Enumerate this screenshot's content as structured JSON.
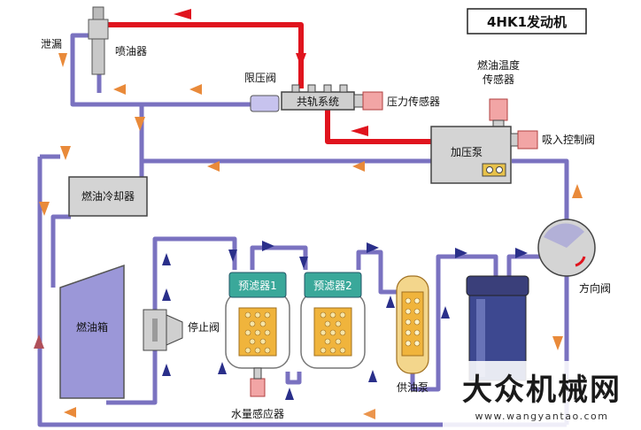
{
  "title": "4HK1发动机",
  "labels": {
    "leak": "泄漏",
    "injector": "喷油器",
    "pressure_limiter": "限压阀",
    "common_rail": "共轨系统",
    "pressure_sensor": "压力传感器",
    "fuel_temp_sensor": "燃油温度\n传感器",
    "fuel_temp_sensor_line1": "燃油温度",
    "fuel_temp_sensor_line2": "传感器",
    "supply_pump": "加压泵",
    "suction_control_valve": "吸入控制阀",
    "fuel_cooler": "燃油冷却器",
    "fuel_tank": "燃油箱",
    "stop_valve": "停止阀",
    "prefilter1": "预滤器1",
    "prefilter2": "预滤器2",
    "feed_pump": "供油泵",
    "water_sensor": "水量感应器",
    "direction_valve": "方向阀"
  },
  "watermark": {
    "cn": "大众机械网",
    "url": "www.wangyantao.com"
  },
  "colors": {
    "high_pressure": "#e0141e",
    "low_pressure": "#7a72c0",
    "return_arrow": "#e98a3a",
    "feed_arrow": "#2a2f8a",
    "component_gray": "#d4d4d4",
    "tank_purple": "#9b97d8",
    "filter_teal": "#3aa89a"
  }
}
